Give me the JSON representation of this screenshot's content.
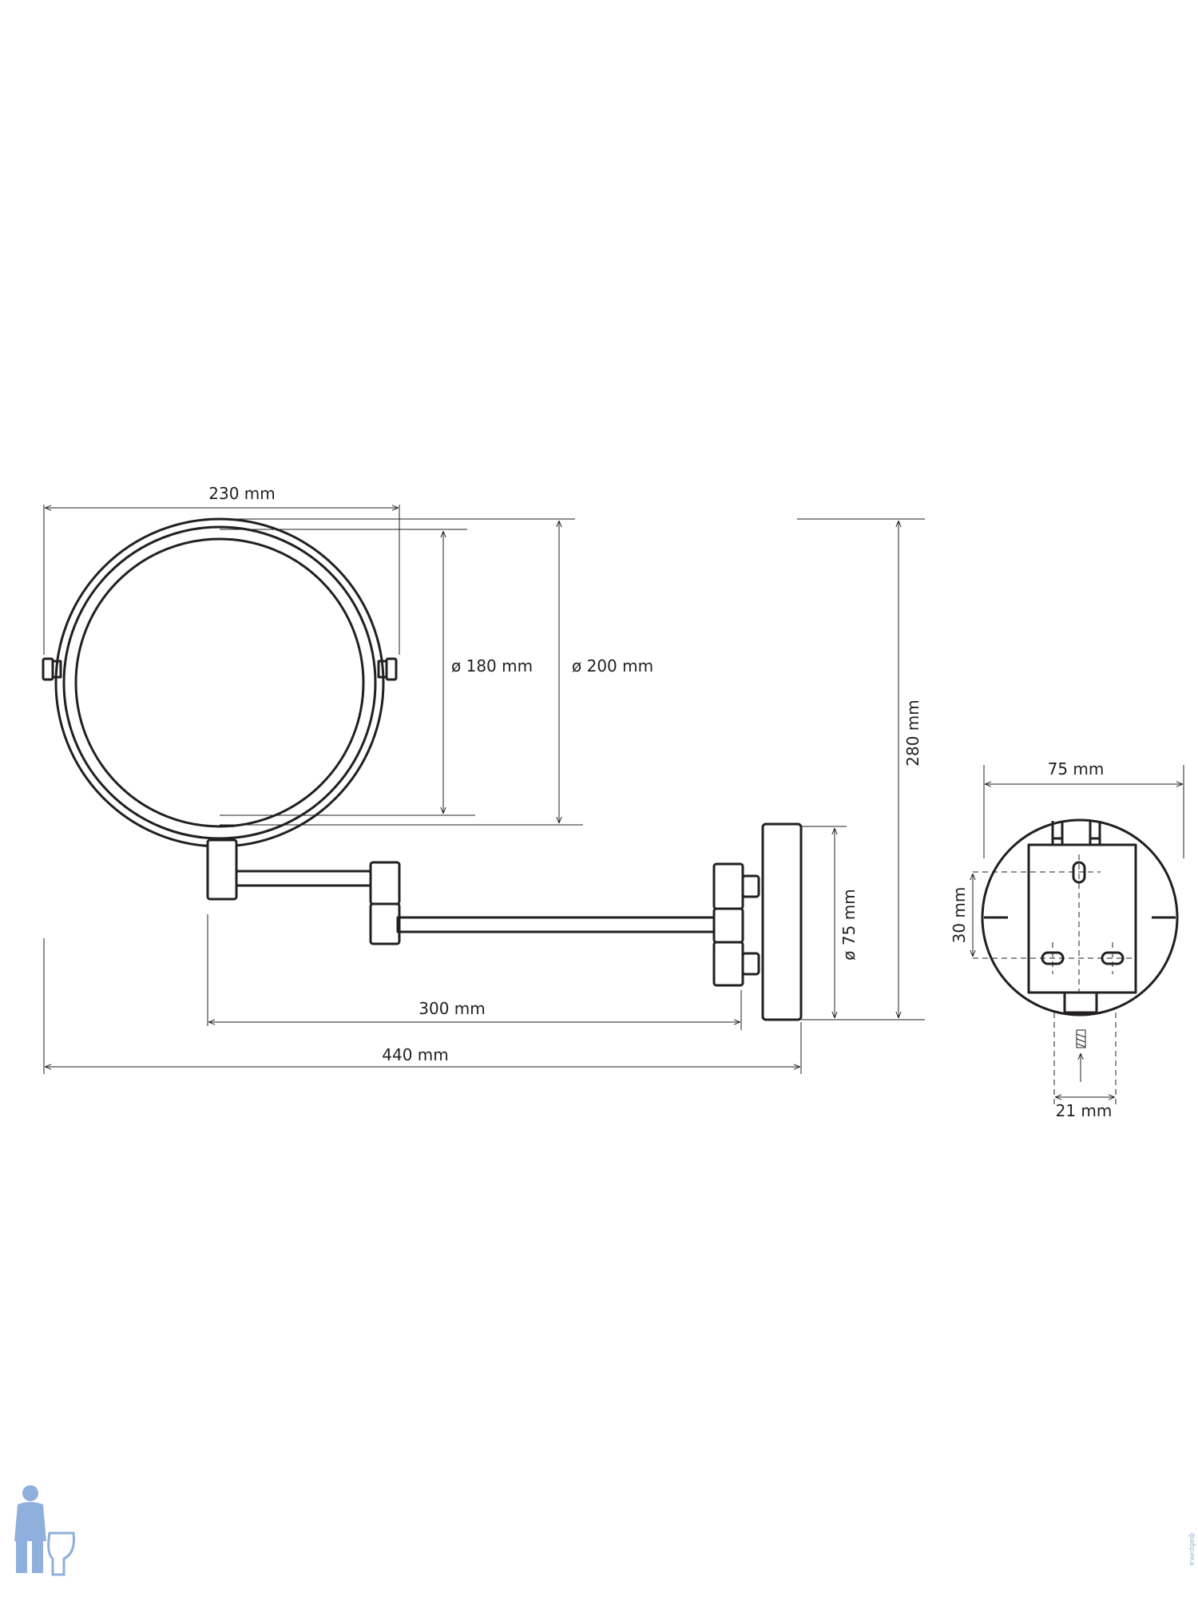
{
  "dimensions": {
    "mirror_width": "230 mm",
    "inner_diameter": "ø 180 mm",
    "outer_diameter": "ø 200 mm",
    "total_height": "280 mm",
    "base_diameter": "ø 75 mm",
    "arm_length": "300 mm",
    "total_length": "440 mm",
    "plate_width": "75 mm",
    "hole_spacing": "30 mm",
    "screw_offset": "21 mm"
  },
  "watermark": "фабрика",
  "colors": {
    "line": "#231f20",
    "logo": "#8fb0dc"
  }
}
